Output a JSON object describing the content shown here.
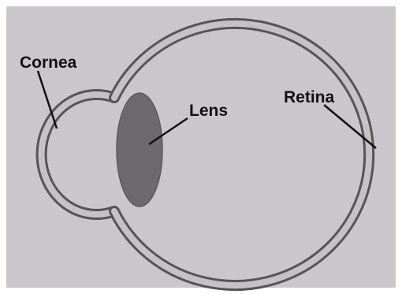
{
  "diagram": {
    "labels": {
      "cornea": "Cornea",
      "lens": "Lens",
      "retina": "Retina"
    },
    "colors": {
      "background": "#cbc6cb",
      "outer_border": "#ffffff",
      "eye_outline": "#555555",
      "eye_fill": "#c6c1c6",
      "lens_fill": "#6e696e",
      "lens_stroke": "#5e595e",
      "leader_line": "#111111",
      "label_text": "#111111"
    }
  }
}
